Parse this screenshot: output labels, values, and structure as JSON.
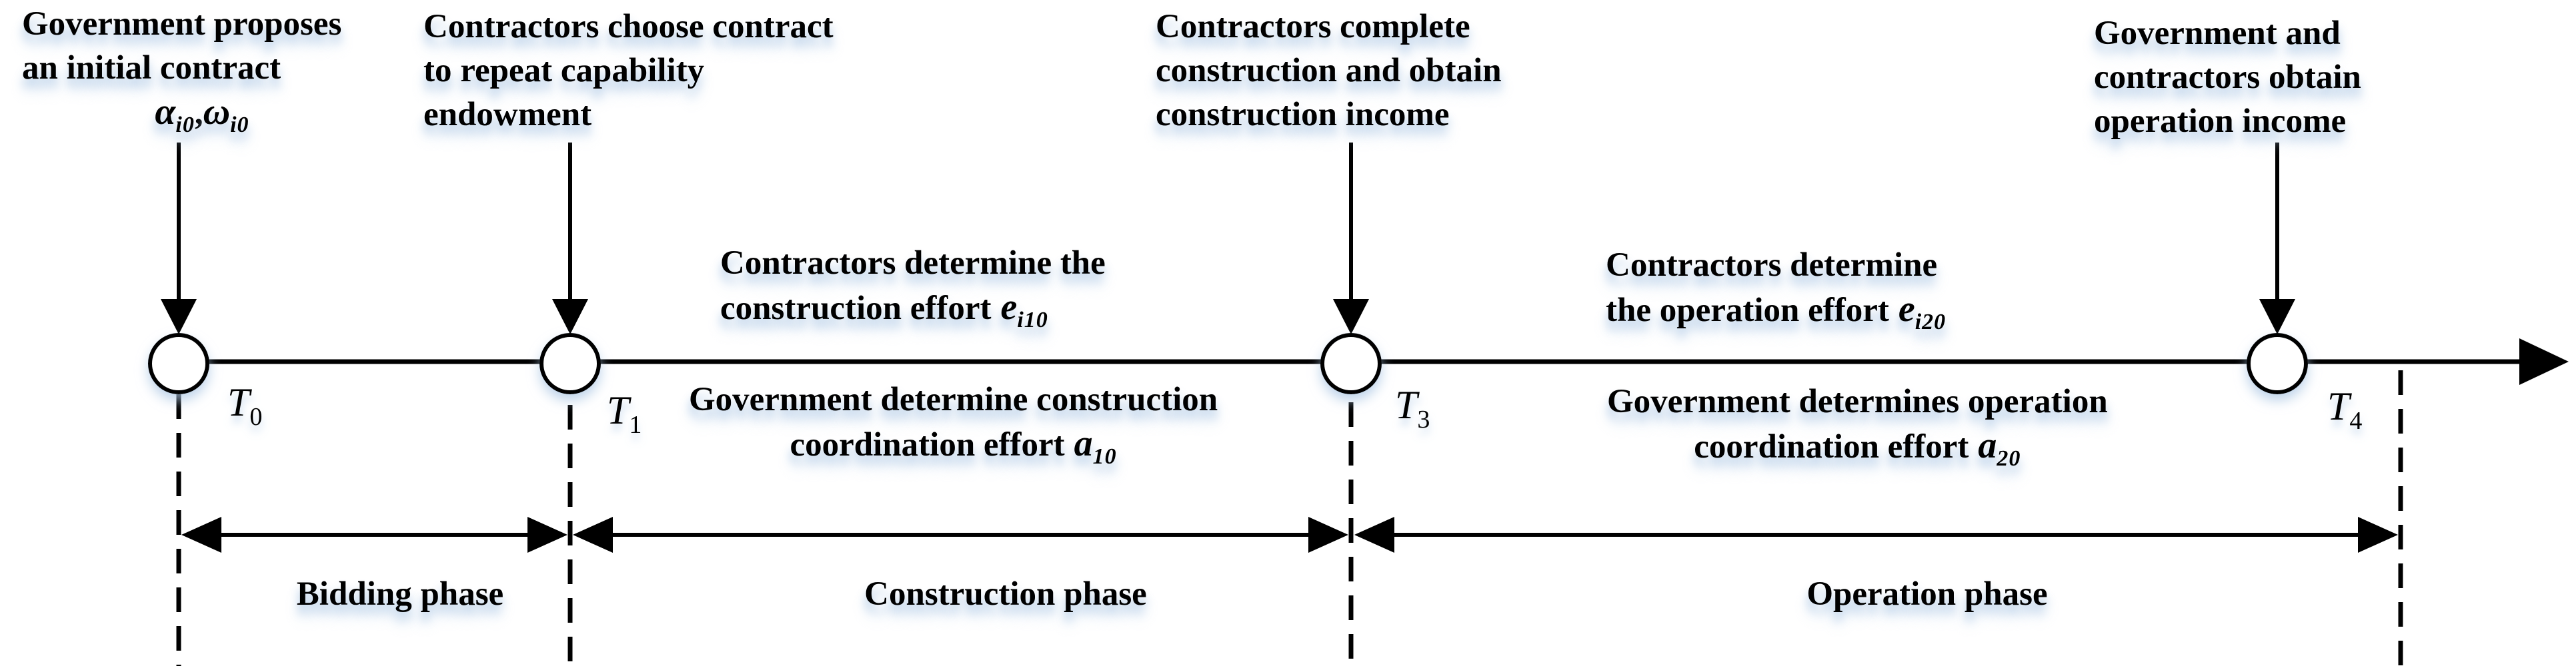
{
  "colors": {
    "ink": "#000000",
    "background": "#ffffff",
    "glow": "#aac6e4"
  },
  "events": [
    {
      "id": "t0",
      "lines": [
        "Government proposes",
        "an initial contract"
      ],
      "math": {
        "sym1": "α",
        "sub1": "i0",
        "comma": ",",
        "sym2": "ω",
        "sub2": "i0"
      }
    },
    {
      "id": "t1",
      "lines": [
        "Contractors choose contract",
        "to repeat capability",
        "endowment"
      ]
    },
    {
      "id": "t3",
      "lines": [
        "Contractors complete",
        "construction and obtain",
        "construction income"
      ]
    },
    {
      "id": "t4",
      "lines": [
        "Government and",
        "contractors obtain",
        "operation income"
      ]
    }
  ],
  "activities": [
    {
      "id": "construction-contractors",
      "line1": "Contractors determine the",
      "line2": "construction effort",
      "math_base": "e",
      "math_sub": "i10"
    },
    {
      "id": "construction-government",
      "line1": "Government determine construction",
      "line2": "coordination effort",
      "math_base": "a",
      "math_sub": "10"
    },
    {
      "id": "operation-contractors",
      "line1": "Contractors determine",
      "line2": "the operation effort",
      "math_base": "e",
      "math_sub": "i20"
    },
    {
      "id": "operation-government",
      "line1": "Government determines operation",
      "line2": "coordination effort",
      "math_base": "a",
      "math_sub": "20"
    }
  ],
  "timeline_nodes": [
    {
      "base": "T",
      "sub": "0"
    },
    {
      "base": "T",
      "sub": "1"
    },
    {
      "base": "T",
      "sub": "3"
    },
    {
      "base": "T",
      "sub": "4"
    }
  ],
  "phases": [
    {
      "label": "Bidding phase"
    },
    {
      "label": "Construction phase"
    },
    {
      "label": "Operation phase"
    }
  ]
}
